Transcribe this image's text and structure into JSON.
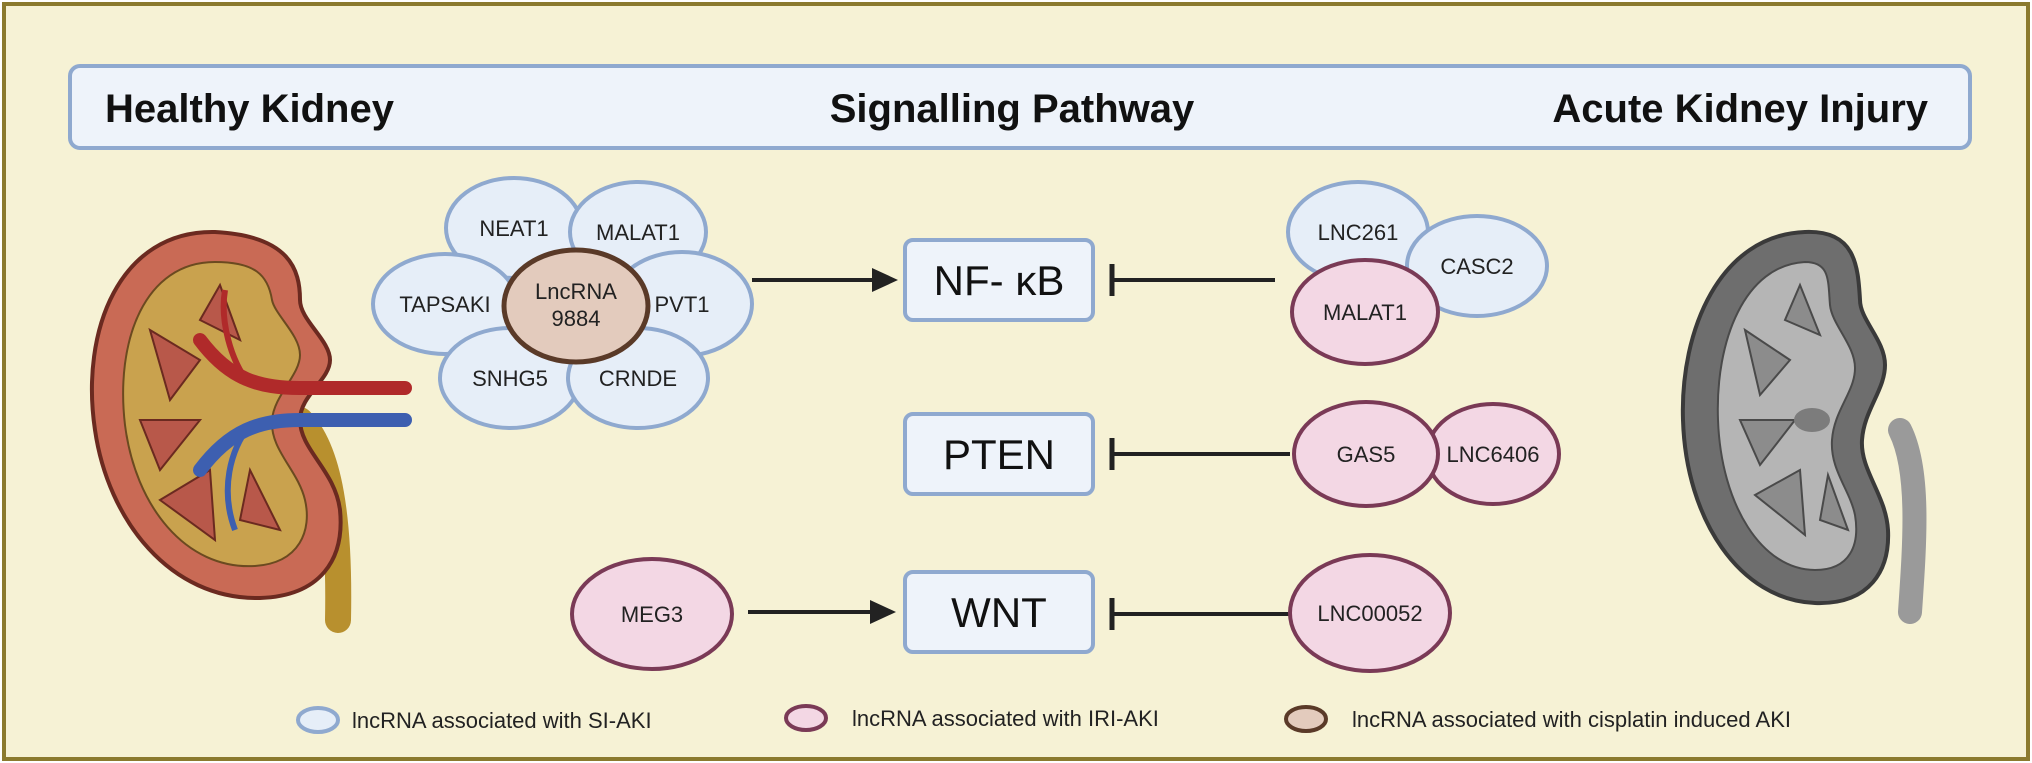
{
  "header": {
    "left": "Healthy Kidney",
    "center": "Signalling Pathway",
    "right": "Acute Kidney Injury"
  },
  "cluster_si": {
    "center_line1": "LncRNA",
    "center_line2": "9884",
    "petals": [
      "NEAT1",
      "MALAT1",
      "PVT1",
      "CRNDE",
      "SNHG5",
      "TAPSAKI"
    ]
  },
  "pathways": {
    "nfkb": "NF- κB",
    "pten": "PTEN",
    "wnt": "WNT"
  },
  "right_rnas": {
    "lnc261": "LNC261",
    "casc2": "CASC2",
    "malat1": "MALAT1",
    "gas5": "GAS5",
    "lnc6406": "LNC6406",
    "lnc00052": "LNC00052"
  },
  "left_rnas": {
    "meg3": "MEG3"
  },
  "legend": {
    "si": "lncRNA associated with SI-AKI",
    "iri": "lncRNA associated with IRI-AKI",
    "cis": "lncRNA associated with cisplatin induced AKI"
  },
  "colors": {
    "background": "#f6f2d5",
    "frame": "#8b7a2e",
    "header_fill": "#eef3fa",
    "header_stroke": "#8fa9cf",
    "si_fill": "#e6eef8",
    "si_stroke": "#8fa9cf",
    "iri_fill": "#f3d7e4",
    "iri_stroke": "#7a3a56",
    "cis_fill": "#e3cbbd",
    "cis_stroke": "#5a3a28"
  }
}
